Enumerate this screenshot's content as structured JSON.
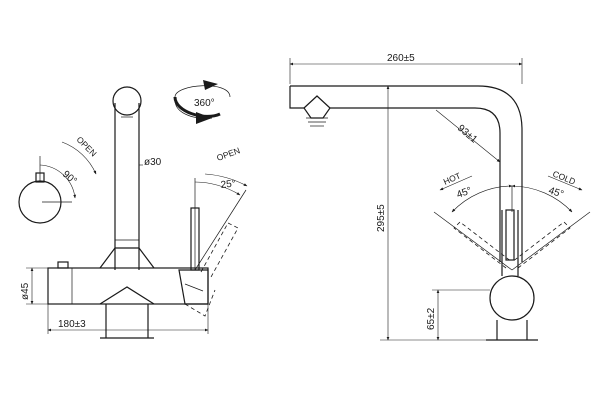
{
  "labels": {
    "rotation": "360°",
    "lever_open_left": "OPEN",
    "lever_angle_left": "90°",
    "spout_diameter": "ø30",
    "lever_open_right": "OPEN",
    "lever_angle_right": "25°",
    "body_diameter": "ø45",
    "body_width": "180±3",
    "total_reach": "260±5",
    "total_height": "295±5",
    "spout_radius": "93±1",
    "hot": "HOT",
    "cold": "COLD",
    "hot_angle": "45°",
    "cold_angle": "45°",
    "base_height": "65±2"
  }
}
